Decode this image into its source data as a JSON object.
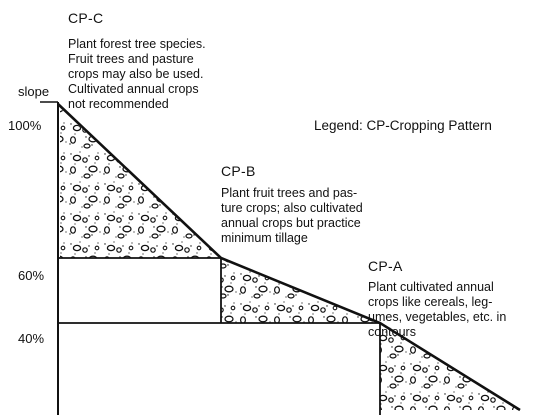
{
  "axis": {
    "label": "slope",
    "ticks": [
      "100%",
      "60%",
      "40%"
    ]
  },
  "legend": {
    "text": "Legend:  CP-Cropping Pattern"
  },
  "zones": [
    {
      "id": "CP-C",
      "title": "CP-C",
      "description": "Plant forest tree species.\nFruit trees and pasture\ncrops may also be used.\nCultivated annual crops\nnot recommended"
    },
    {
      "id": "CP-B",
      "title": "CP-B",
      "description": "Plant fruit trees and pas-\nture crops; also cultivated\nannual crops but practice\nminimum tillage"
    },
    {
      "id": "CP-A",
      "title": "CP-A",
      "description": "Plant cultivated annual\ncrops like cereals, leg-\numes, vegetables, etc. in\ncontours"
    }
  ],
  "colors": {
    "ink": "#111111",
    "background": "#ffffff"
  }
}
